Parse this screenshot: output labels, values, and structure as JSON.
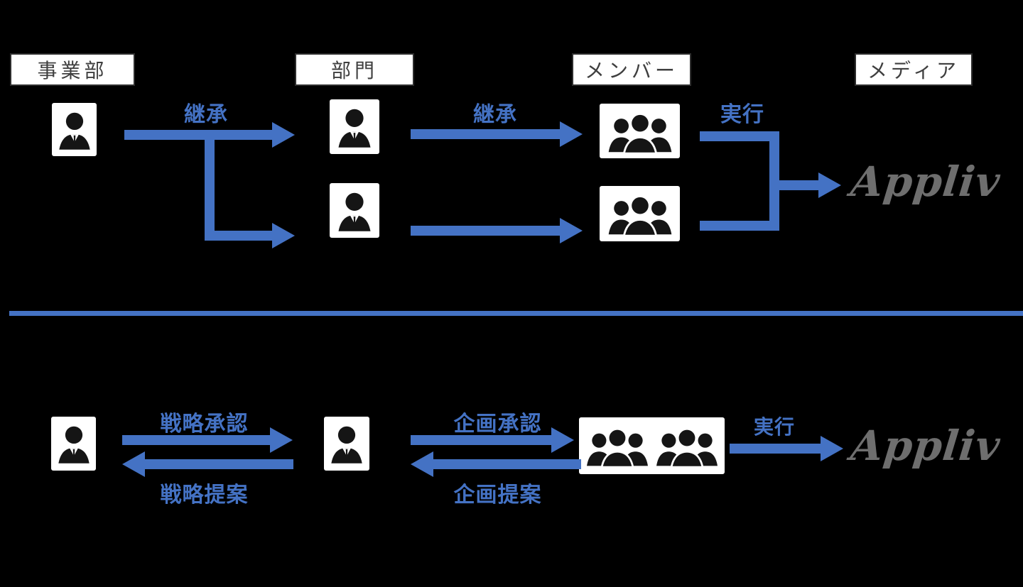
{
  "colors": {
    "accent": "#4472C4",
    "logo": "#6E6E6E",
    "background": "#000000",
    "header_text": "#3F3F3F"
  },
  "icons": {
    "person": "business-person-silhouette",
    "group": "three-person-group-silhouette"
  },
  "headers": [
    {
      "label": "事業部"
    },
    {
      "label": "部門"
    },
    {
      "label": "メンバー"
    },
    {
      "label": "メディア"
    }
  ],
  "top": {
    "inherit1": "継承",
    "inherit2": "継承",
    "execute": "実行",
    "logo": "Appliv"
  },
  "bottom": {
    "strategy_approval": "戦略承認",
    "strategy_proposal": "戦略提案",
    "plan_approval": "企画承認",
    "plan_proposal": "企画提案",
    "execute": "実行",
    "logo": "Appliv"
  }
}
